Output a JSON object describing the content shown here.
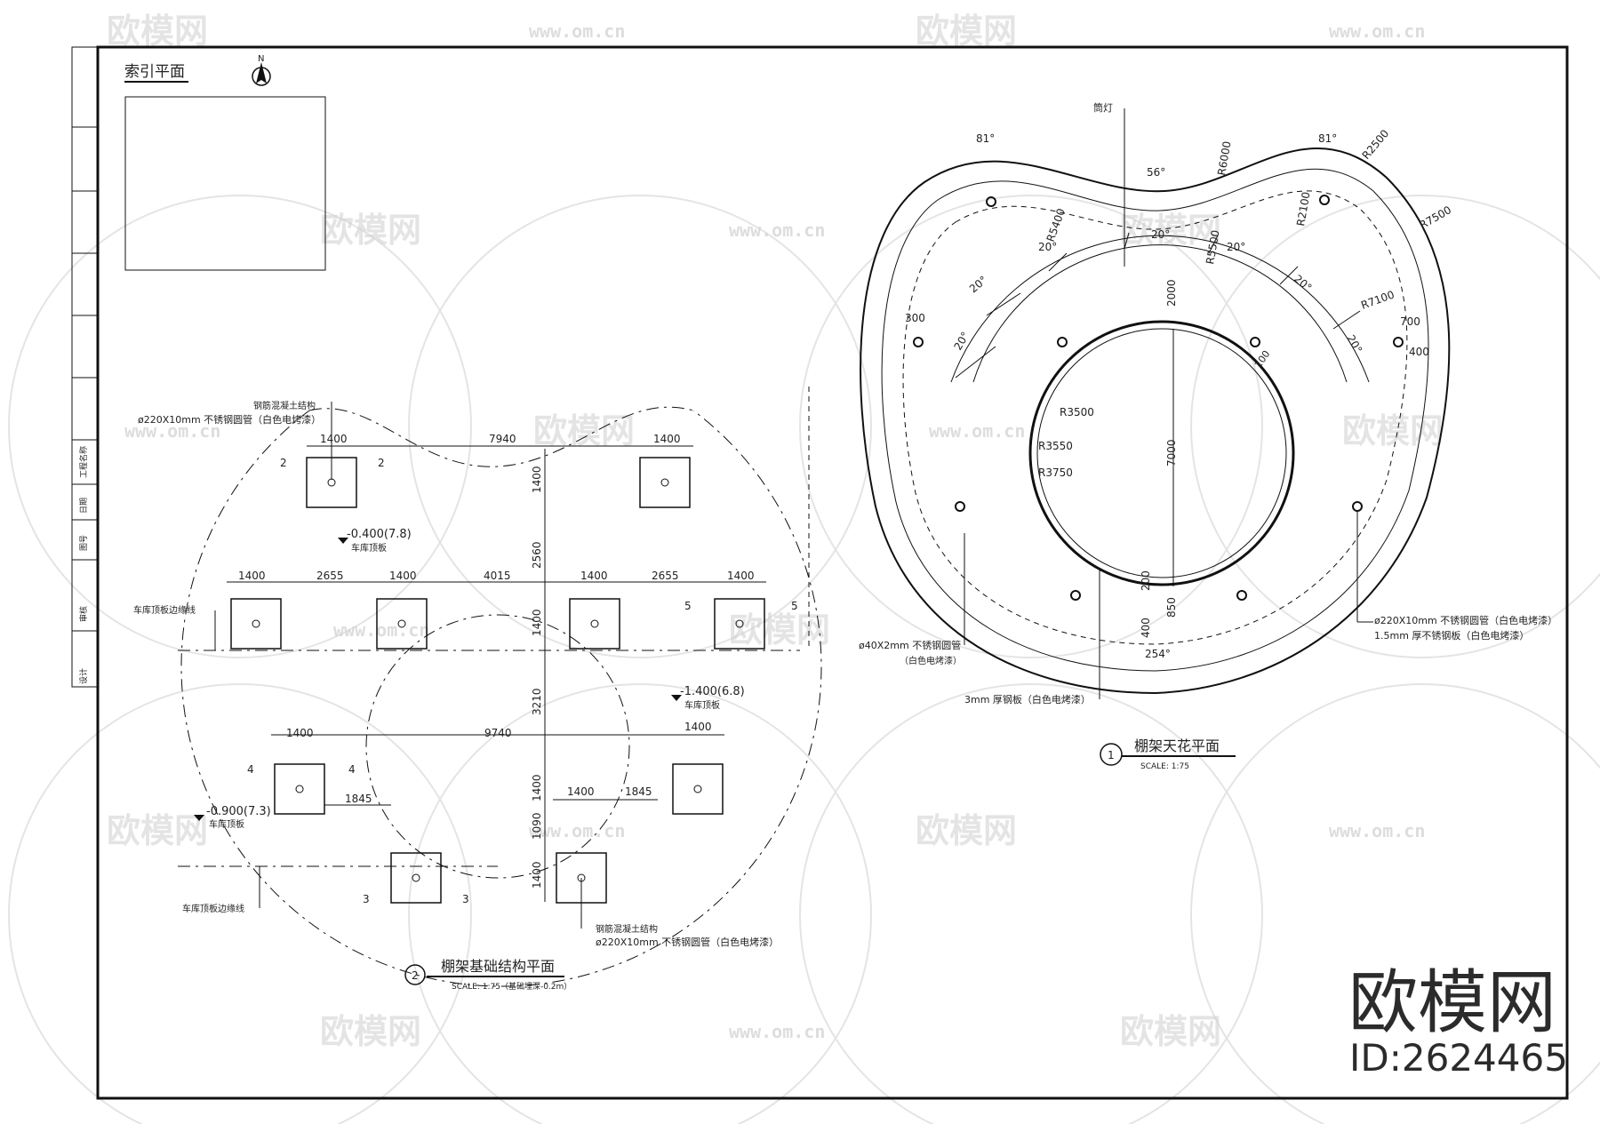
{
  "index_plan": {
    "title": "索引平面",
    "north_label": "N"
  },
  "title_block": {
    "labels": [
      "设计",
      "审核",
      "图号",
      "日期",
      "工程名称"
    ]
  },
  "foundation_plan": {
    "number": "2",
    "title": "棚架基础结构平面",
    "scale": "SCALE:  1:75（基础埋深-0.2m）",
    "callout_top": [
      "钢筋混凝土结构",
      "ø220X10mm 不锈钢圆管（白色电烤漆）"
    ],
    "callout_bottom": [
      "钢筋混凝土结构",
      "ø220X10mm 不锈钢圆管（白色电烤漆）"
    ],
    "edge_label_1": "车库顶板边缘线",
    "edge_label_2": "车库顶板边缘线",
    "levels": [
      {
        "value": "-0.400(7.8)",
        "note": "车库顶板"
      },
      {
        "value": "-1.400(6.8)",
        "note": "车库顶板"
      },
      {
        "value": "-0.900(7.3)",
        "note": "车库顶板"
      }
    ],
    "dims": {
      "row1": [
        "1400",
        "7940",
        "1400"
      ],
      "row2": [
        "1400",
        "2655",
        "1400",
        "4015",
        "1400",
        "2655",
        "1400"
      ],
      "row3": [
        "1400",
        "9740",
        "1400"
      ],
      "row4": [
        "1845",
        "1400",
        "1845"
      ],
      "vertical": [
        "1400",
        "2560",
        "1400",
        "3210",
        "1400",
        "1090",
        "1400"
      ]
    },
    "section_marks": [
      "2",
      "2",
      "5",
      "5",
      "4",
      "4",
      "3",
      "3"
    ]
  },
  "ceiling_plan": {
    "number": "1",
    "title": "棚架天花平面",
    "scale": "SCALE:  1:75",
    "light_label": "筒灯",
    "callout_pipe": [
      "ø220X10mm 不锈钢圆管（白色电烤漆）",
      "1.5mm 厚不锈钢板（白色电烤漆）"
    ],
    "callout_small_pipe": [
      "ø40X2mm 不锈钢圆管",
      "（白色电烤漆）"
    ],
    "callout_plate": "3mm 厚钢板（白色电烤漆）",
    "dims": {
      "top": [
        "81°",
        "56°",
        "81°"
      ],
      "radii": [
        "R6000",
        "R2500",
        "R5400",
        "R2100",
        "R5500",
        "R7500",
        "R7100",
        "R3500",
        "R3550",
        "R3750"
      ],
      "angles": [
        "20°",
        "20°",
        "20°",
        "20°",
        "20°",
        "20°",
        "20°"
      ],
      "misc": [
        "2000",
        "7000",
        "300",
        "700",
        "400",
        "100",
        "200",
        "850",
        "400",
        "254°"
      ]
    }
  },
  "watermark": {
    "brand": "欧模网",
    "url": "www.om.cn",
    "id": "ID:2624465"
  }
}
